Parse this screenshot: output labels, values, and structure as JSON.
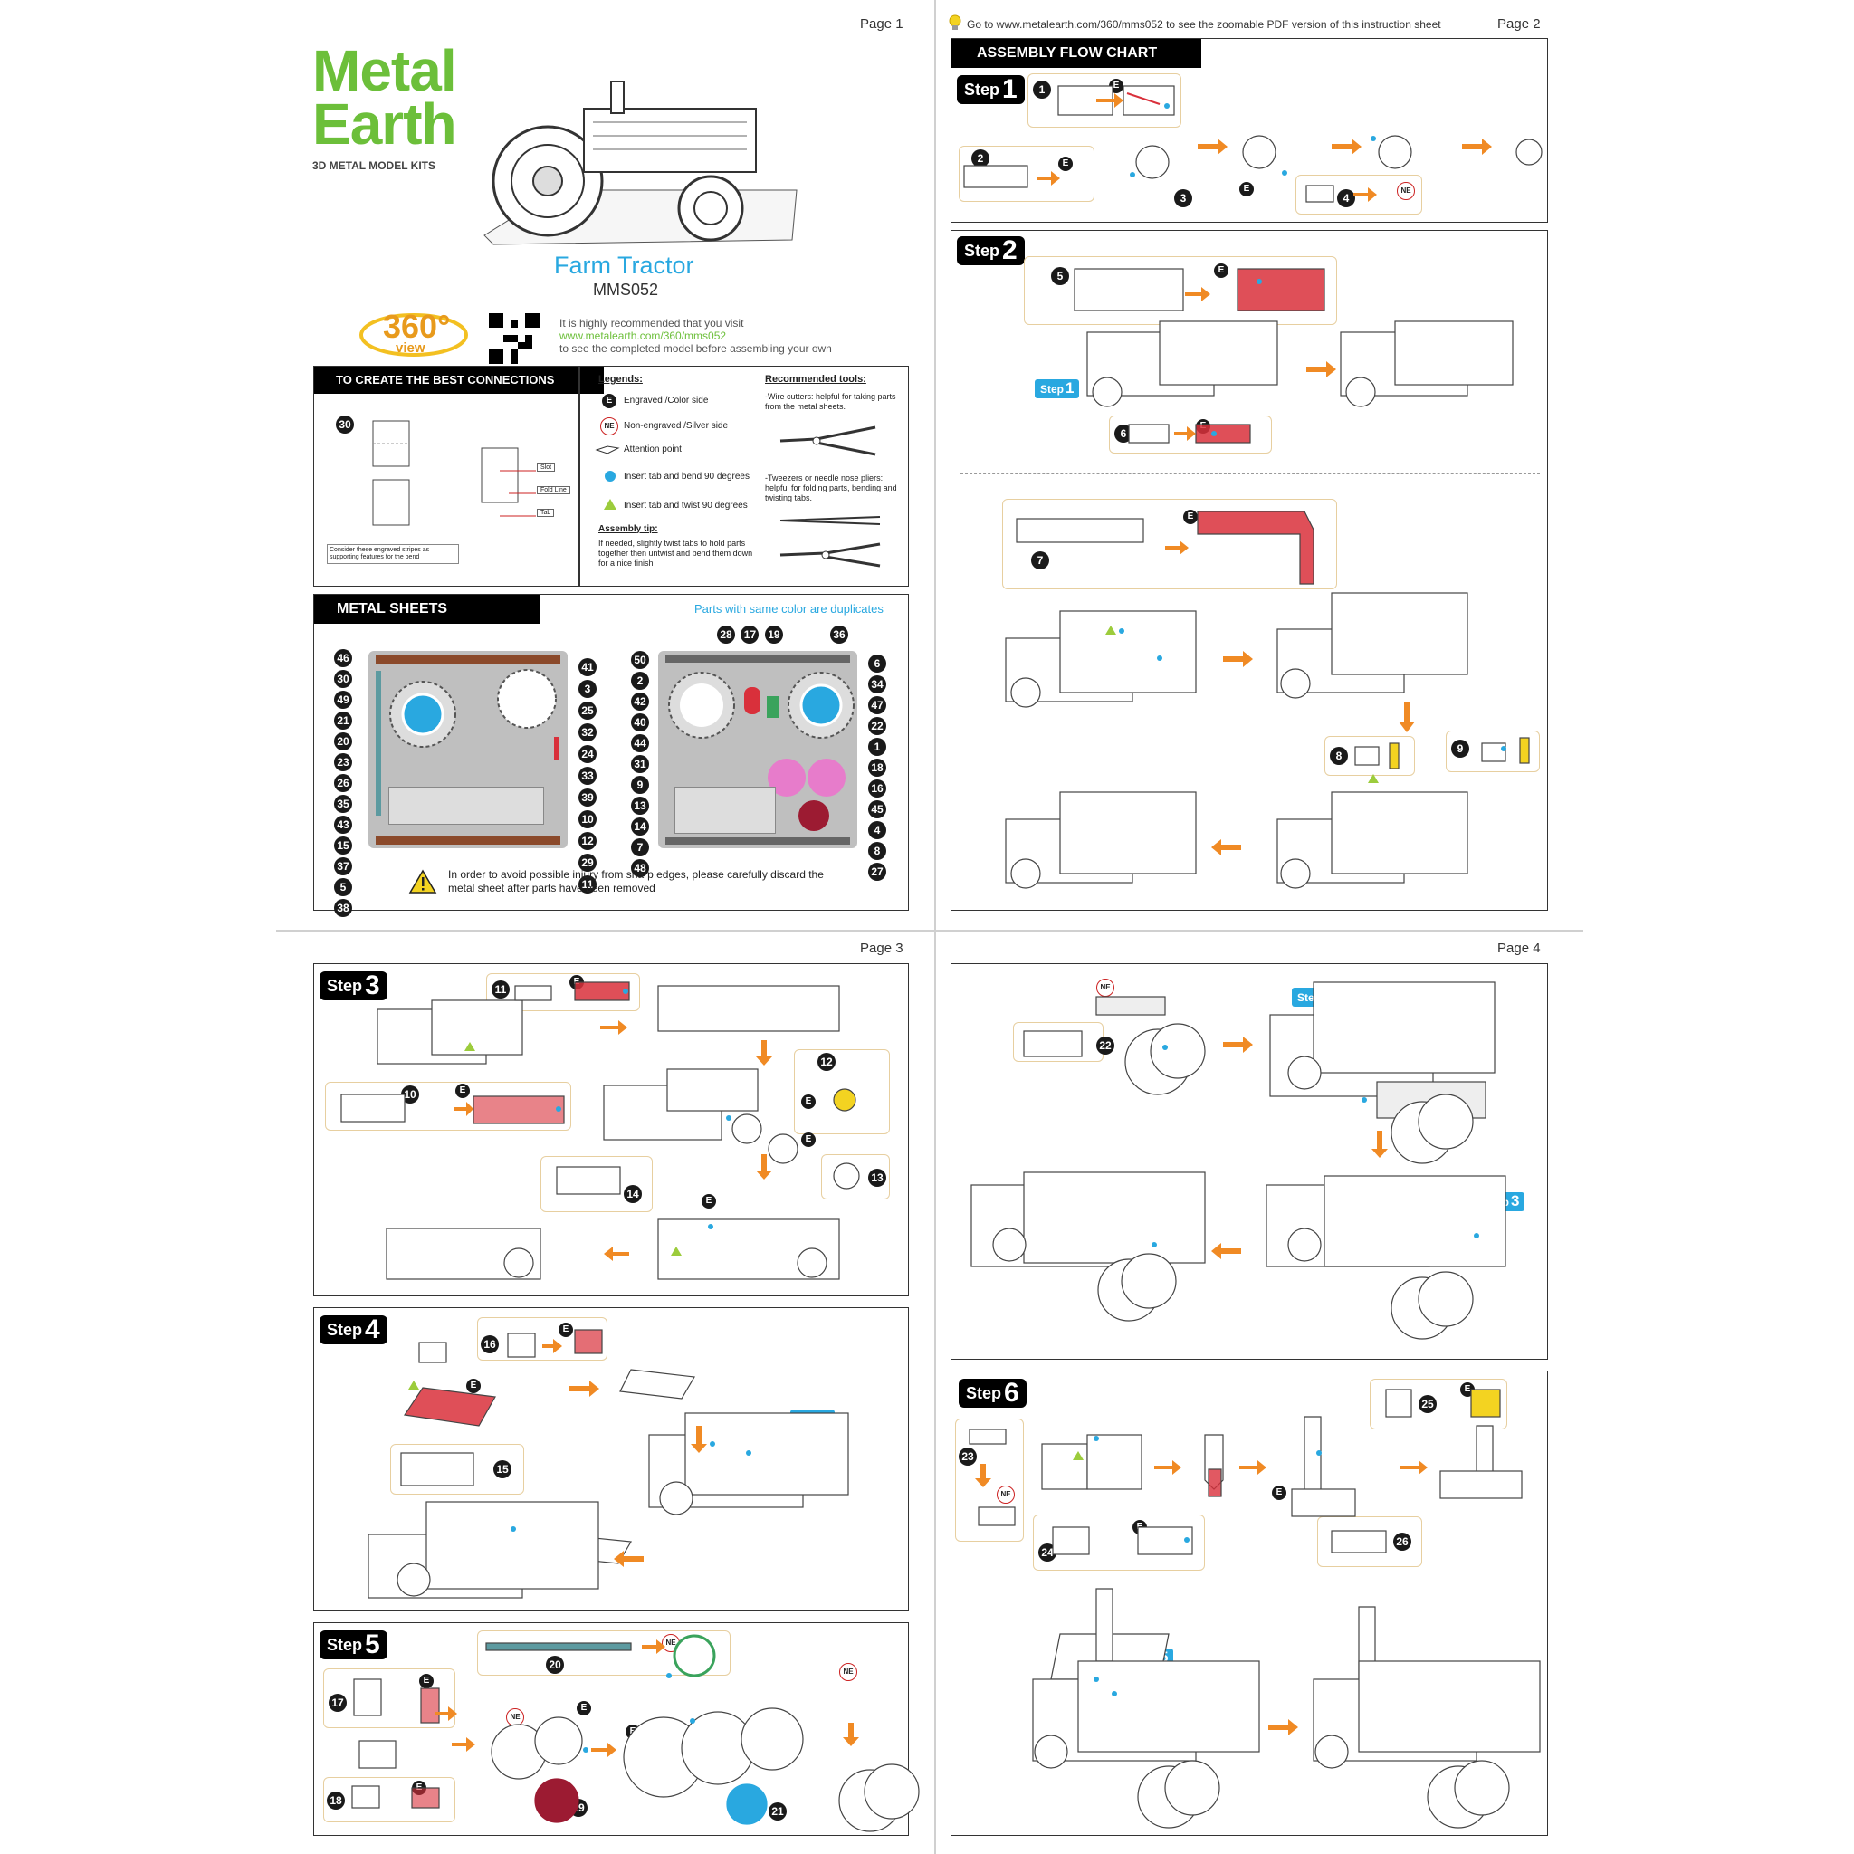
{
  "pages": {
    "p1": "Page 1",
    "p2": "Page 2",
    "p3": "Page 3",
    "p4": "Page 4"
  },
  "brand": {
    "logo_line1": "Metal",
    "logo_line2": "Earth",
    "tagline": "3D METAL MODEL KITS"
  },
  "product": {
    "name": "Farm Tractor",
    "code": "MMS052"
  },
  "view360": {
    "number": "360°",
    "word": "view",
    "text1": "It is highly recommended that you visit",
    "link": "www.metalearth.com/360/mms052",
    "text2": "to see the completed model before assembling your own"
  },
  "connections": {
    "title": "TO CREATE THE BEST CONNECTIONS",
    "note": "Consider these engraved stripes as supporting features for the bend",
    "slot": "Slot",
    "fold": "Fold Line",
    "tab": "Tab",
    "part": "30"
  },
  "legends": {
    "title": "Legends:",
    "engraved": "Engraved /Color side",
    "nonengraved": "Non-engraved /Silver side",
    "attention": "Attention point",
    "bend": "Insert tab and bend 90 degrees",
    "twist": "Insert tab and twist 90 degrees",
    "tip_title": "Assembly tip:",
    "tip_text": "If needed, slightly twist tabs to hold parts together then untwist and bend them down for a nice finish",
    "E": "E",
    "NE": "NE"
  },
  "tools": {
    "title": "Recommended tools:",
    "cutters": "-Wire cutters: helpful for taking parts from the metal sheets.",
    "tweezers": "-Tweezers or needle nose pliers: helpful for folding parts, bending and twisting tabs."
  },
  "sheets": {
    "title": "METAL SHEETS",
    "note": "Parts with same color are duplicates",
    "warning": "In order to avoid possible injury from sharp edges, please carefully discard the metal sheet after parts have been removed",
    "left_labels": [
      "46",
      "30",
      "49",
      "21",
      "20",
      "23",
      "26",
      "35",
      "43",
      "15",
      "37",
      "5",
      "38"
    ],
    "left_right_labels": [
      "41",
      "3",
      "25",
      "32",
      "24",
      "33",
      "39",
      "10",
      "12",
      "29",
      "11"
    ],
    "right_top_labels": [
      "28",
      "17",
      "19",
      "36"
    ],
    "right_left_labels": [
      "50",
      "2",
      "42",
      "40",
      "44",
      "31",
      "9",
      "13",
      "14",
      "7",
      "48"
    ],
    "right_right_labels": [
      "6",
      "34",
      "47",
      "22",
      "1",
      "18",
      "16",
      "45",
      "4",
      "8",
      "27"
    ]
  },
  "page2": {
    "tip": "Go to www.metalearth.com/360/mms052 to see the zoomable PDF version of this instruction sheet",
    "flow_title": "ASSEMBLY FLOW CHART",
    "step_word": "Step",
    "step1_parts": [
      "1",
      "2",
      "3",
      "4"
    ],
    "step2_parts": [
      "5",
      "6",
      "7",
      "8",
      "9"
    ]
  },
  "page3": {
    "step3_parts": [
      "11",
      "10",
      "12",
      "13",
      "14"
    ],
    "step4_parts": [
      "16",
      "15"
    ],
    "step5_parts": [
      "17",
      "18",
      "20",
      "19",
      "21"
    ]
  },
  "page4": {
    "parts": [
      "22"
    ],
    "step6_parts": [
      "23",
      "24",
      "25",
      "26"
    ]
  },
  "steps": [
    "1",
    "2",
    "3",
    "4",
    "5",
    "6"
  ],
  "colors": {
    "logo_green": "#6cbf3a",
    "accent_blue": "#29a8e0",
    "orange": "#f08a24",
    "red": "#d9303b",
    "teal": "#5c9aa0",
    "brown": "#8b4a2b",
    "magenta": "#e77ccb",
    "maroon": "#9c1b32"
  }
}
